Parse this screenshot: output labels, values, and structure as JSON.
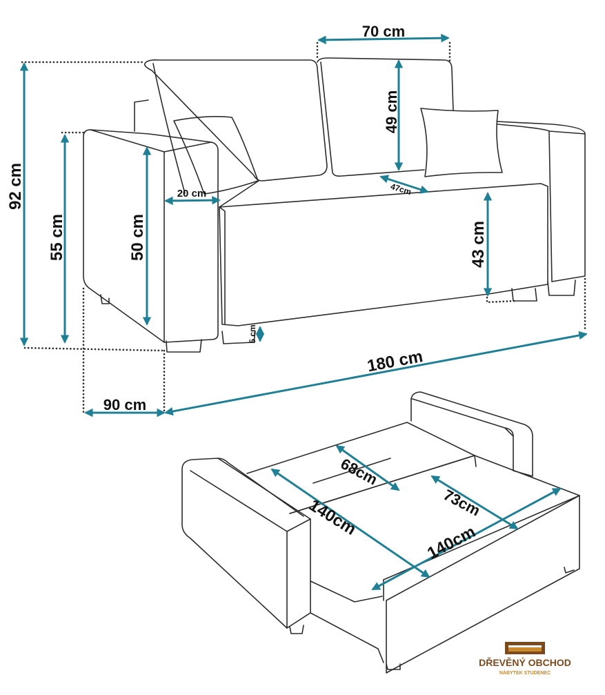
{
  "labels": {
    "back_cushion_width": "70 cm",
    "back_cushion_height": "49 cm",
    "seat_depth": "47cm",
    "armrest_width": "20 cm",
    "total_height": "92 cm",
    "armrest_height_outer": "55 cm",
    "armrest_height_inner": "50 cm",
    "seat_height": "43 cm",
    "leg_height": "5 cm",
    "total_width": "180 cm",
    "total_depth": "90 cm",
    "bed_cushion_depth_1": "68cm",
    "bed_length_1": "140cm",
    "bed_cushion_depth_2": "73cm",
    "bed_length_2": "140cm"
  },
  "brand": {
    "name": "DŘEVĚNÝ OBCHOD",
    "subtitle": "NÁBYTEK STUDENEC"
  },
  "colors": {
    "dimension": "#1f7f95",
    "outline": "#2b2b2b",
    "brand": "#7a4a1e",
    "brand_accent": "#c98a2e"
  }
}
